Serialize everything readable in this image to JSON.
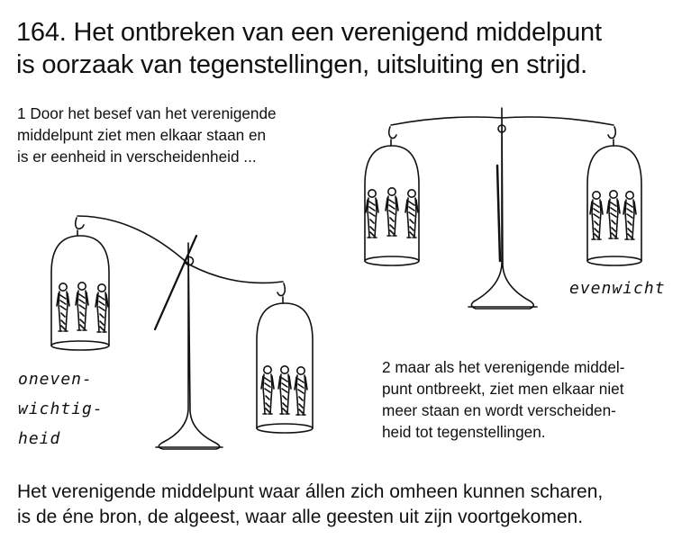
{
  "title": {
    "line1": "164. Het ontbreken van een verenigend middelpunt",
    "line2": "is oorzaak van tegenstellingen, uitsluiting en strijd."
  },
  "paragraph1": {
    "line1": "1 Door het besef van het verenigende",
    "line2": "middelpunt ziet men elkaar staan en",
    "line3": "is er eenheid in verscheidenheid ..."
  },
  "paragraph2": {
    "line1": "2 maar als het verenigende middel-",
    "line2": "punt ontbreekt, ziet men elkaar niet",
    "line3": "meer staan en wordt verscheiden-",
    "line4": "heid tot tegenstellingen."
  },
  "label_balanced": "evenwicht",
  "label_unbalanced": {
    "line1": "oneven-",
    "line2": "wichtig-",
    "line3": "heid"
  },
  "footer": {
    "line1": "Het verenigende middelpunt waar állen zich omheen kunnen scharen,",
    "line2": "is de éne bron, de algeest, waar alle geesten uit zijn voortgekomen."
  },
  "colors": {
    "ink": "#111111",
    "background": "#ffffff"
  }
}
